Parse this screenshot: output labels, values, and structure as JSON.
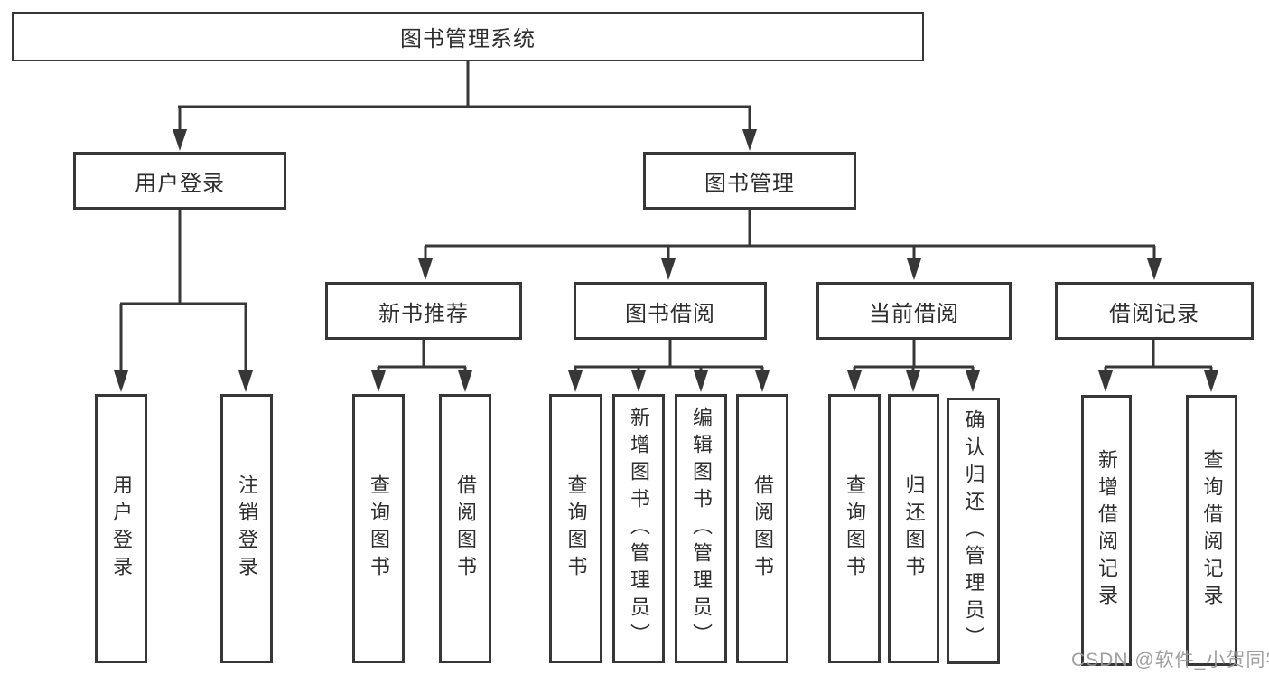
{
  "diagram": {
    "root": {
      "label": "图书管理系统"
    },
    "level2": [
      {
        "label": "用户登录"
      },
      {
        "label": "图书管理"
      }
    ],
    "level3": [
      {
        "label": "新书推荐"
      },
      {
        "label": "图书借阅"
      },
      {
        "label": "当前借阅"
      },
      {
        "label": "借阅记录"
      }
    ],
    "leaves": {
      "user_login": [
        "用户登录",
        "注销登录"
      ],
      "new_book_recommend": [
        "查询图书",
        "借阅图书"
      ],
      "book_borrow": [
        "查询图书",
        "新增图书（管理员）",
        "编辑图书（管理员）",
        "借阅图书"
      ],
      "current_borrow": [
        "查询图书",
        "归还图书",
        "确认归还（管理员）"
      ],
      "borrow_records": [
        "新增借阅记录",
        "查询借阅记录"
      ]
    },
    "colors": {
      "line": "#373737",
      "text": "#2e2e2e",
      "watermark": "#989898"
    }
  },
  "watermark": {
    "text": "CSDN @软件_小贺同学"
  }
}
